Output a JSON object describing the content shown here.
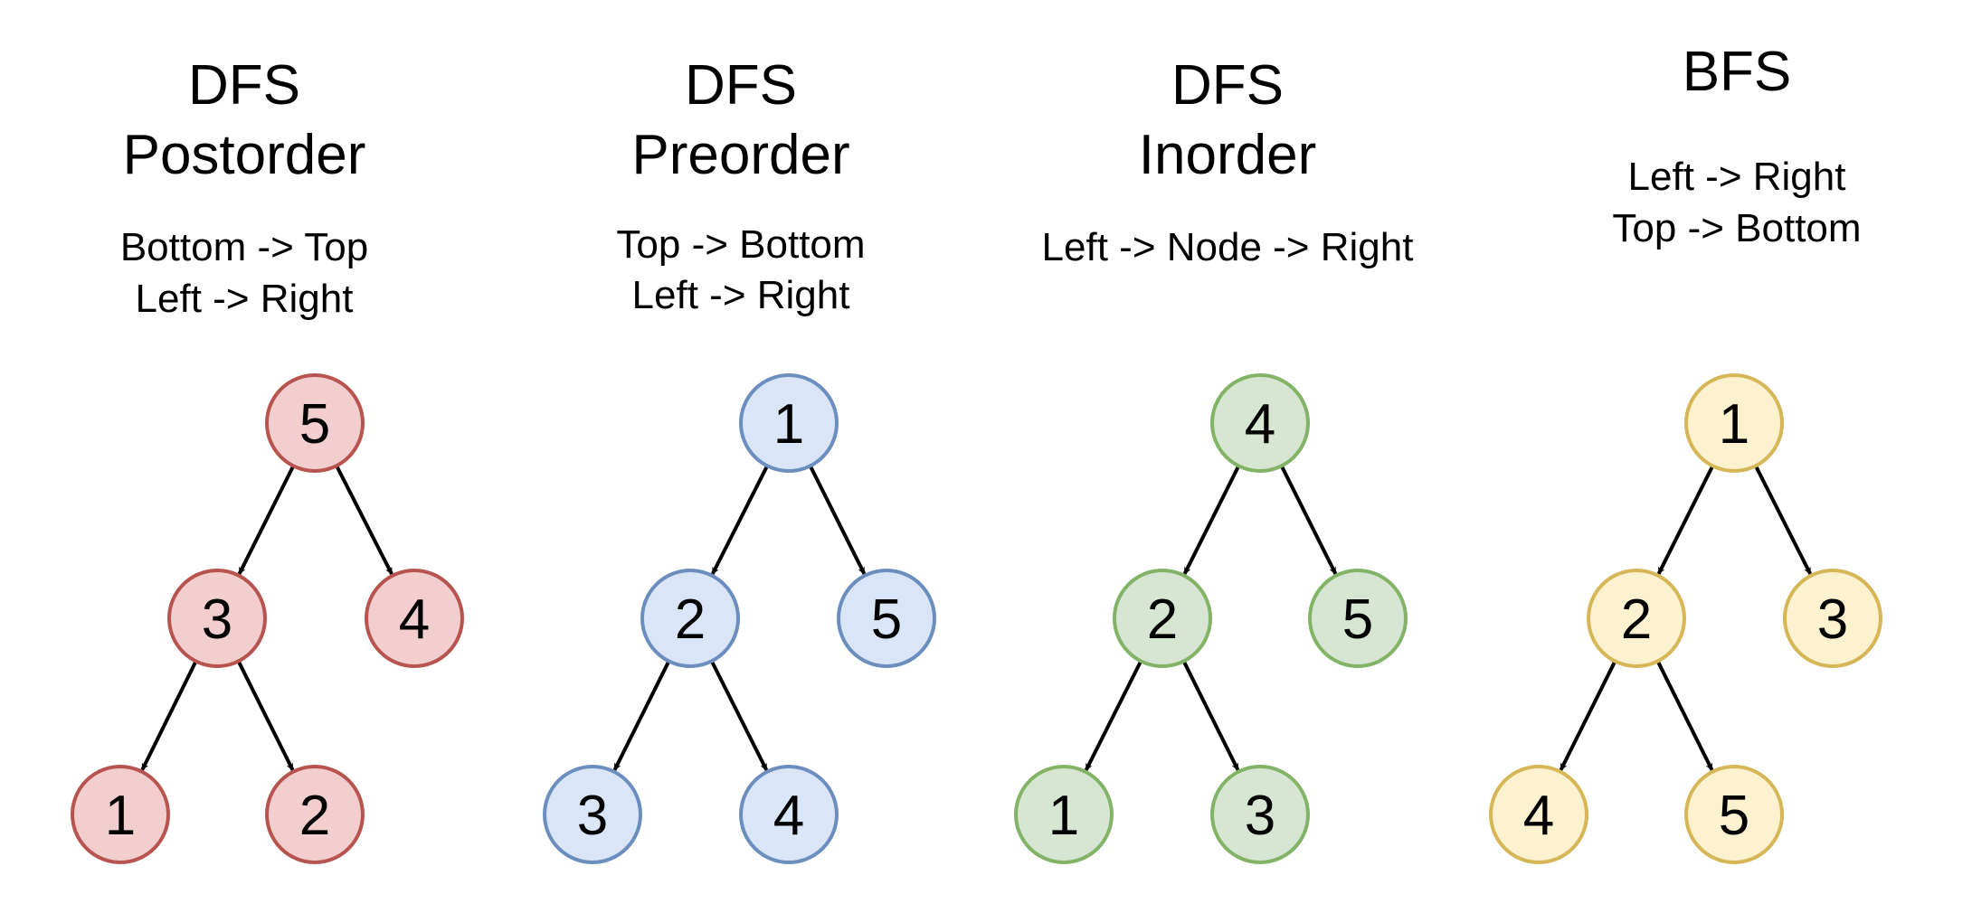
{
  "panels": [
    {
      "title_lines": [
        "DFS",
        "Postorder"
      ],
      "description_lines": [
        "Bottom -> Top",
        "Left -> Right"
      ],
      "node_fill": "#f3cece",
      "node_stroke": "#b85450",
      "nodes": [
        "5",
        "3",
        "4",
        "1",
        "2"
      ]
    },
    {
      "title_lines": [
        "DFS",
        "Preorder"
      ],
      "description_lines": [
        "Top -> Bottom",
        "Left -> Right"
      ],
      "node_fill": "#dae6f8",
      "node_stroke": "#6c8ebf",
      "nodes": [
        "1",
        "2",
        "5",
        "3",
        "4"
      ]
    },
    {
      "title_lines": [
        "DFS",
        "Inorder"
      ],
      "description_lines": [
        "Left -> Node -> Right"
      ],
      "node_fill": "#d6e6d3",
      "node_stroke": "#82b366",
      "nodes": [
        "4",
        "2",
        "5",
        "1",
        "3"
      ]
    },
    {
      "title_lines": [
        "BFS"
      ],
      "description_lines": [
        "Left -> Right",
        "Top -> Bottom"
      ],
      "node_fill": "#fdf2cf",
      "node_stroke": "#d6b656",
      "nodes": [
        "1",
        "2",
        "3",
        "4",
        "5"
      ]
    }
  ],
  "edges": [
    [
      0,
      1
    ],
    [
      0,
      2
    ],
    [
      1,
      3
    ],
    [
      1,
      4
    ]
  ]
}
